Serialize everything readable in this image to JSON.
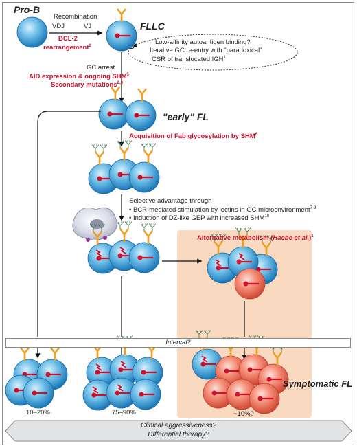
{
  "labels": {
    "pro_b": "Pro-B",
    "recombination": "Recombination",
    "vdj": "VDJ",
    "vj": "VJ",
    "bcl2": "BCL-2",
    "rearrangement": "rearrangement",
    "fllc": "FLLC",
    "loop_line1": "Low-affinity autoantigen binding?",
    "loop_line2": "Iterative GC re-entry with \"paradoxical\"",
    "loop_line3": "CSR of translocated IGH",
    "gc_arrest": "GC arrest",
    "aid": "AID expression & ongoing SHM",
    "secondary": "Secondary mutations",
    "early_fl": "\"early\" FL",
    "glyco": "Acquisition of Fab glycosylation by SHM",
    "selective": "Selective advantage through",
    "bullet1": "• BCR-mediated stimulation by lectins in GC microenvironment",
    "bullet2": "• Induction of DZ-like GEP with increased SHM",
    "alt_metab": "Alternative metabolism (",
    "haebe": "Haebe et al.",
    "alt_close": ")",
    "interval": "Interval?",
    "symptomatic": "Symptomatic FL",
    "pct1": "10–20%",
    "pct2": "75–90%",
    "pct3": "~10%?",
    "bottom1": "Clinical aggressiveness?",
    "bottom2": "Differential therapy?"
  },
  "refs": {
    "r_bcl2": "2",
    "r_csr": "1",
    "r_aid": "5",
    "r_sec": "2,3",
    "r_glyco": "6",
    "r_b1": "7-9",
    "r_b2": "10",
    "r_alt": "1"
  },
  "colors": {
    "cell_blue": "#3a9fd8",
    "cell_red": "#f0715a",
    "nucleus_red": "#d0102a",
    "receptor_orange": "#f0a020",
    "glycan_green": "#2f6f4a",
    "orange_panel": "#f9d9bf"
  }
}
